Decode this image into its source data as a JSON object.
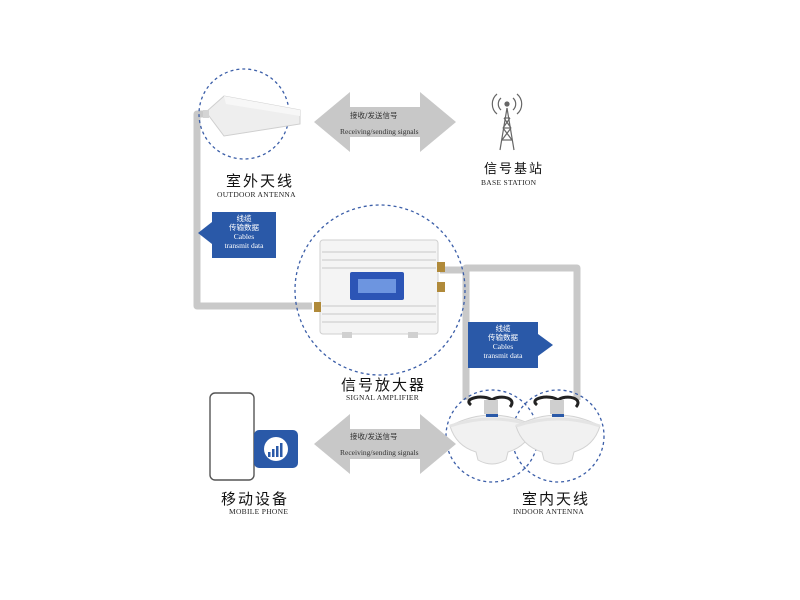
{
  "labels": {
    "outdoor_antenna_cn": "室外天线",
    "outdoor_antenna_en": "OUTDOOR ANTENNA",
    "base_station_cn": "信号基站",
    "base_station_en": "BASE STATION",
    "signal_amplifier_cn": "信号放大器",
    "signal_amplifier_en": "SIGNAL AMPLIFIER",
    "mobile_phone_cn": "移动设备",
    "mobile_phone_en": "MOBILE PHONE",
    "indoor_antenna_cn": "室内天线",
    "indoor_antenna_en": "INDOOR ANTENNA"
  },
  "arrows": {
    "top_cn": "接收/发送信号",
    "top_en": "Receiving/sending signals",
    "bottom_cn": "接收/发送信号",
    "bottom_en": "Receiving/sending signals"
  },
  "cable_badges": {
    "left_cn1": "线缆",
    "left_cn2": "传输数据",
    "left_en1": "Cables",
    "left_en2": "transmit data",
    "right_cn1": "线缆",
    "right_cn2": "传输数据",
    "right_en1": "Cables",
    "right_en2": "transmit data"
  },
  "colors": {
    "cable_gray": "#c9c9c9",
    "dashed_circle": "#3b5ea8",
    "badge_blue": "#2a59a8",
    "arrow_gray": "#c8c8c8"
  },
  "icons": [
    "yagi-antenna-icon",
    "tower-icon",
    "signal-booster-icon",
    "phone-outline-icon",
    "signal-bars-icon",
    "ceiling-antenna-icon"
  ]
}
